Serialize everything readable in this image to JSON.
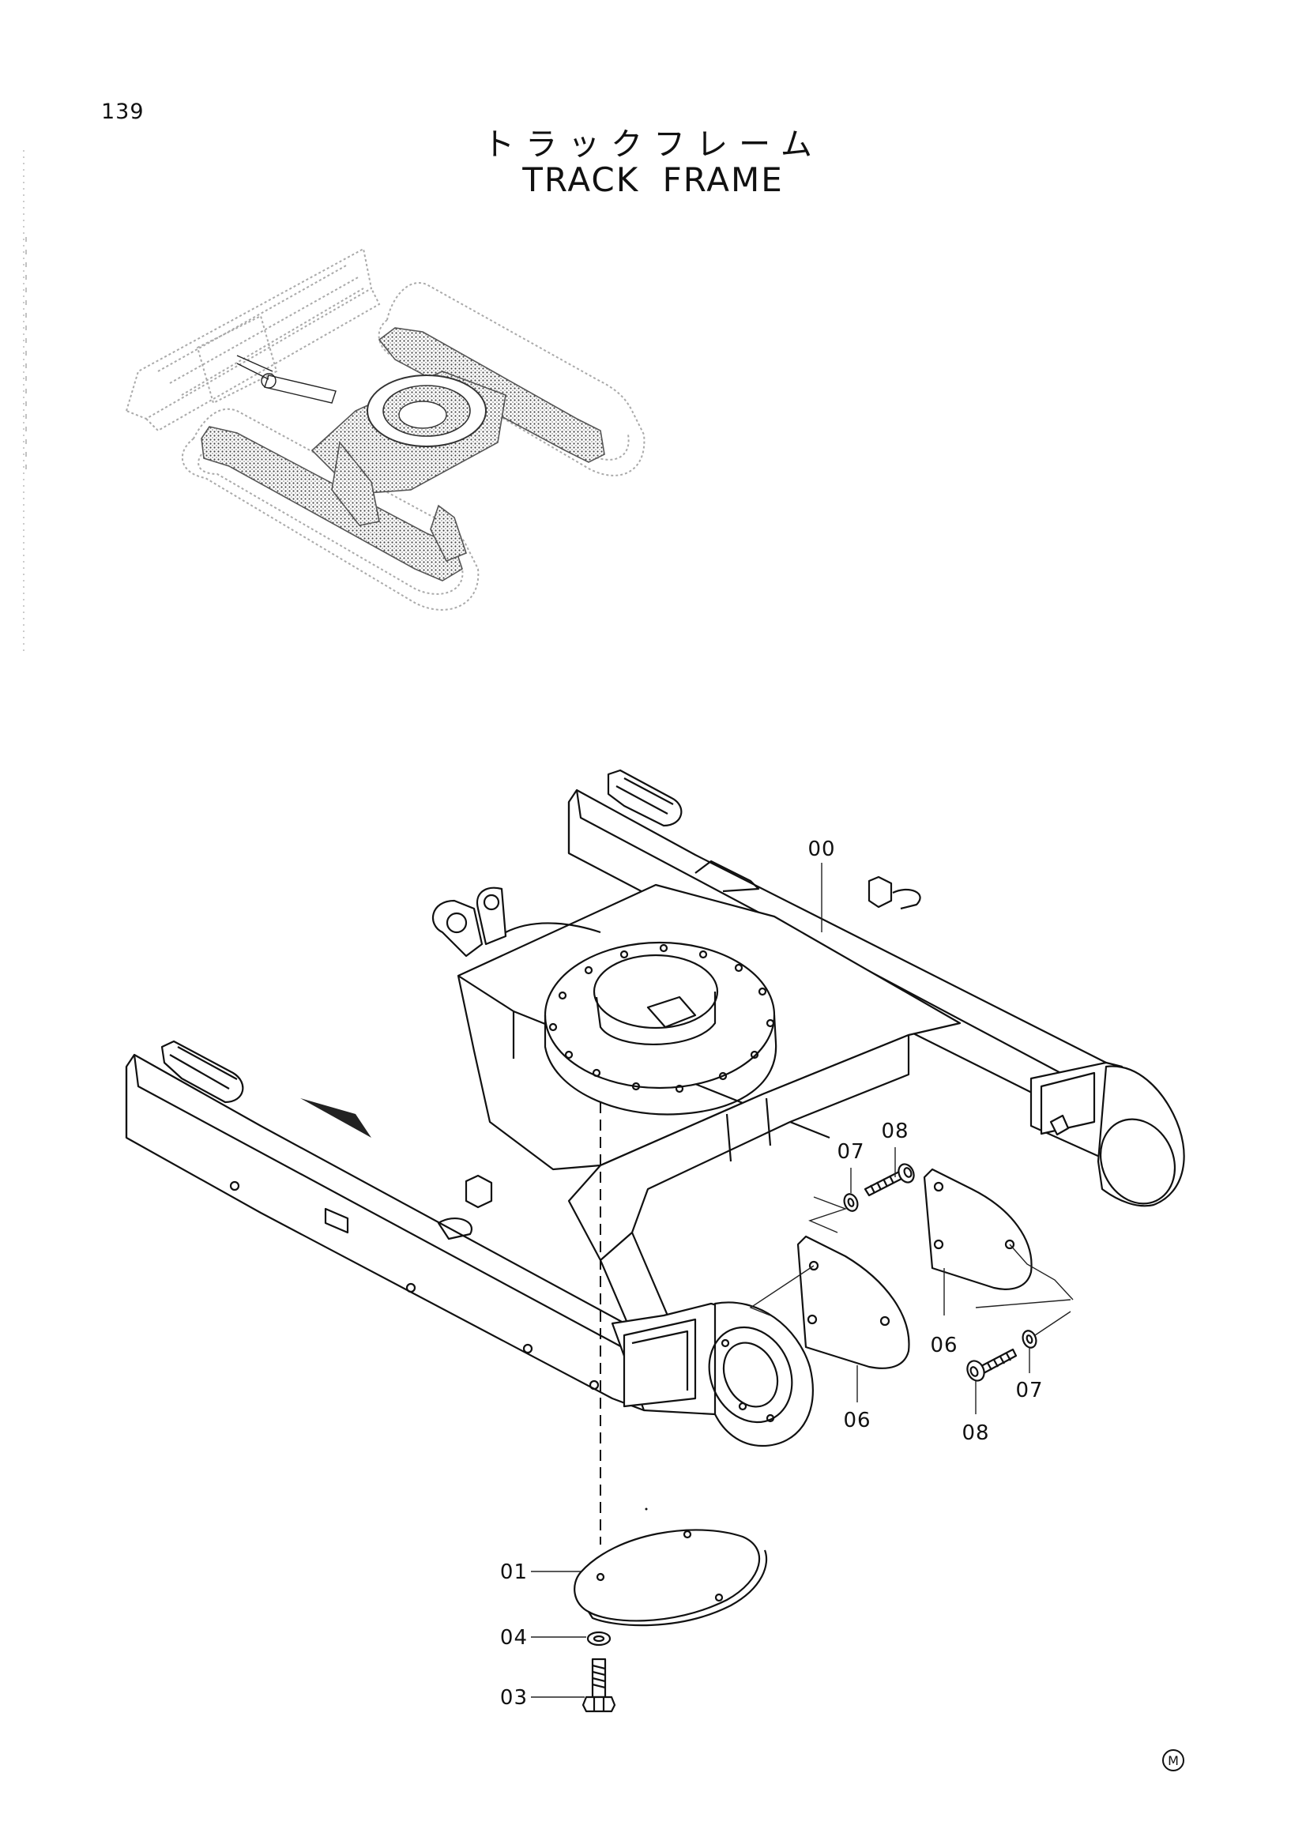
{
  "page": {
    "number": "139",
    "title_jp": "トラックフレーム",
    "title_en": "TRACK FRAME",
    "mark": "M"
  },
  "callouts": [
    {
      "id": "00",
      "label": "00"
    },
    {
      "id": "01",
      "label": "01"
    },
    {
      "id": "03",
      "label": "03"
    },
    {
      "id": "04",
      "label": "04"
    },
    {
      "id": "06a",
      "label": "06"
    },
    {
      "id": "06b",
      "label": "06"
    },
    {
      "id": "07a",
      "label": "07"
    },
    {
      "id": "07b",
      "label": "07"
    },
    {
      "id": "08a",
      "label": "08"
    },
    {
      "id": "08b",
      "label": "08"
    }
  ]
}
